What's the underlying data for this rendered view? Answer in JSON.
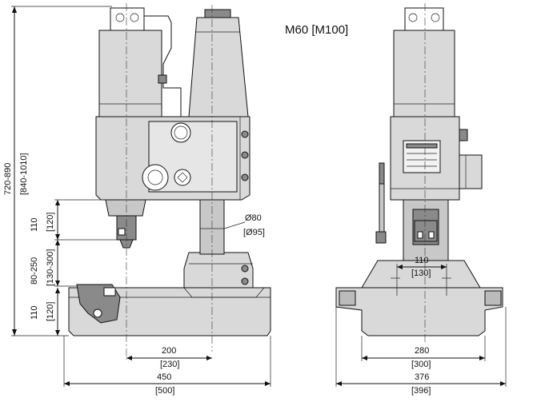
{
  "title": "M60 [M100]",
  "dimensions": {
    "overall_height": "720-890",
    "overall_height_alt": "[840-1010]",
    "stroke_height": "110",
    "stroke_height_alt": "[120]",
    "throat_height": "80-250",
    "throat_height_alt": "[130-300]",
    "base_height": "110",
    "base_height_alt": "[120]",
    "column_diameter": "Ø80",
    "column_diameter_alt": "[Ø95]",
    "reach": "200",
    "reach_alt": "[230]",
    "base_length": "450",
    "base_length_alt": "[500]",
    "slot_spacing": "110",
    "slot_spacing_alt": "[130]",
    "table_width": "280",
    "table_width_alt": "[300]",
    "base_width": "376",
    "base_width_alt": "[396]"
  }
}
